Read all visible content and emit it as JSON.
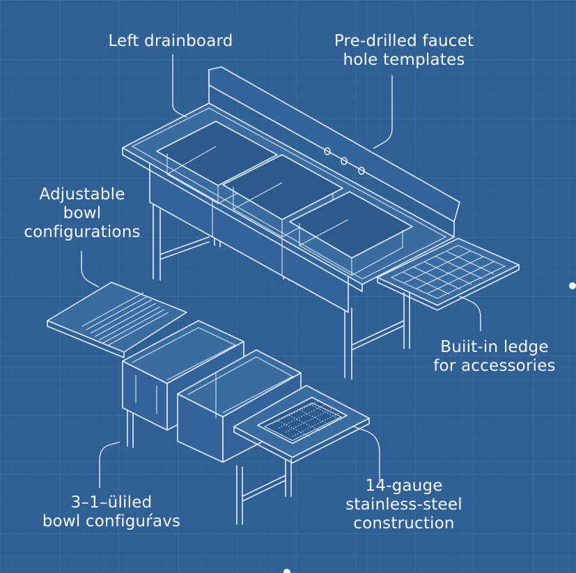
{
  "colors": {
    "background": "#2f5f94",
    "grid_fine": "#3b6ca3",
    "grid_major": "#4576ac",
    "line": "#e6eefb"
  },
  "labels": {
    "left_drainboard": [
      "Left drainboard"
    ],
    "faucet_holes": [
      "Pre-drilled faucet",
      "hole templates"
    ],
    "adjustable_bowl": [
      "Adjustable",
      "bowl",
      "configurations"
    ],
    "ledge": [
      "Buiit-in ledge",
      "for accessories"
    ],
    "bowl_config": [
      "3–1–üliled",
      "bowl configuŕavs"
    ],
    "construction": [
      "14-gauge",
      "stainless-steel",
      "construction"
    ]
  }
}
